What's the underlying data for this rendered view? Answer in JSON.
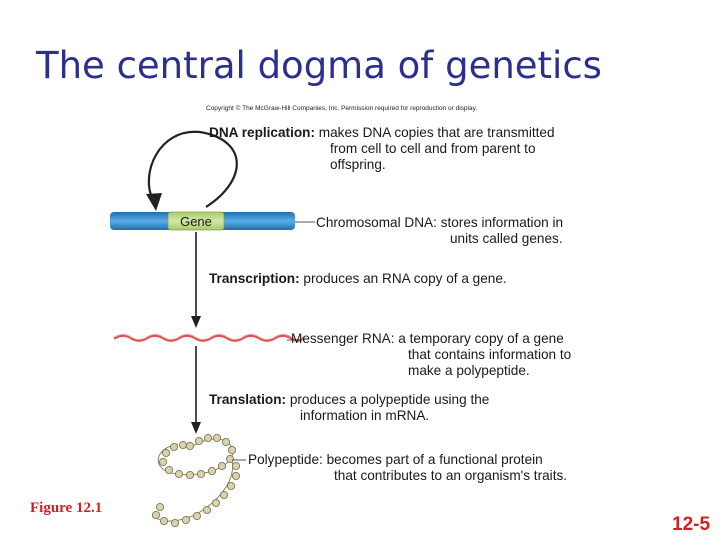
{
  "slide": {
    "title": "The central dogma of genetics",
    "copyright": "Copyright © The McGraw-Hill Companies, Inc. Permission required for reproduction or display.",
    "figure_label": "Figure 12.1",
    "slide_number": "12-5"
  },
  "diagram": {
    "gene_label": "Gene",
    "replication": {
      "term": "DNA replication:",
      "line1": "makes DNA copies that are transmitted",
      "line2": "from cell to cell and from parent to",
      "line3": "offspring."
    },
    "chromosomal": {
      "term": "Chromosomal DNA:",
      "line1": "stores information in",
      "line2": "units called genes."
    },
    "transcription": {
      "term": "Transcription:",
      "line1": "produces an RNA copy of a gene."
    },
    "mrna": {
      "term": "Messenger RNA:",
      "line1": "a temporary copy of a gene",
      "line2": "that contains information to",
      "line3": "make a polypeptide."
    },
    "translation": {
      "term": "Translation:",
      "line1": "produces a polypeptide using the",
      "line2": "information in mRNA."
    },
    "polypeptide": {
      "term": "Polypeptide:",
      "line1": "becomes part of a functional protein",
      "line2": "that contributes to an organism's traits."
    }
  },
  "colors": {
    "title": "#2b2f8f",
    "accent_red": "#d21f1f",
    "dna_blue": "#2f8bd0",
    "gene_green": "#c3dc8f",
    "mrna_red": "#d9534f",
    "bead": "#d9d2ad"
  }
}
